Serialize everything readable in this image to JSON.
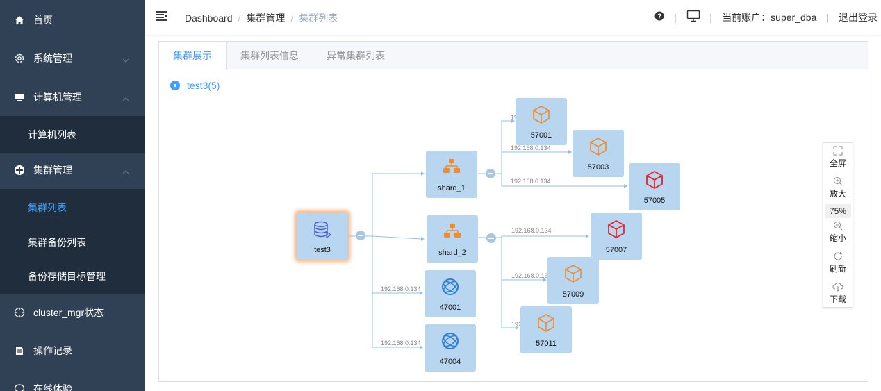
{
  "sidebar": {
    "home": "首页",
    "system": "系统管理",
    "computer": "计算机管理",
    "computer_list": "计算机列表",
    "cluster": "集群管理",
    "cluster_list": "集群列表",
    "cluster_backup": "集群备份列表",
    "backup_target": "备份存储目标管理",
    "cluster_mgr": "cluster_mgr状态",
    "oplog": "操作记录",
    "online": "在线体验"
  },
  "breadcrumb": [
    "Dashboard",
    "集群管理",
    "集群列表"
  ],
  "header": {
    "account_label": "当前账户：super_dba",
    "logout": "退出登录"
  },
  "tabs": [
    "集群展示",
    "集群列表信息",
    "异常集群列表"
  ],
  "cluster_radio": "test3(5)",
  "graph": {
    "root": "test3",
    "shards": [
      "shard_1",
      "shard_2"
    ],
    "storage_nodes": [
      "57001",
      "57003",
      "57005",
      "57007",
      "57009",
      "57011"
    ],
    "compute_nodes": [
      "47001",
      "47004"
    ],
    "edge_ip": "192.168.0.134",
    "edge_ip_short1": "19",
    "edge_ip_short2": "192.168.0.13",
    "edge_ip_short3": "192",
    "colors": {
      "normal": "#f08c2e",
      "error": "#e8232c",
      "compute": "#2f7fd4"
    }
  },
  "toolbox": {
    "fullscreen": "全屏",
    "zoom_in": "放大",
    "zoom_level": "75%",
    "zoom_out": "缩小",
    "refresh": "刷新",
    "download": "下载"
  }
}
